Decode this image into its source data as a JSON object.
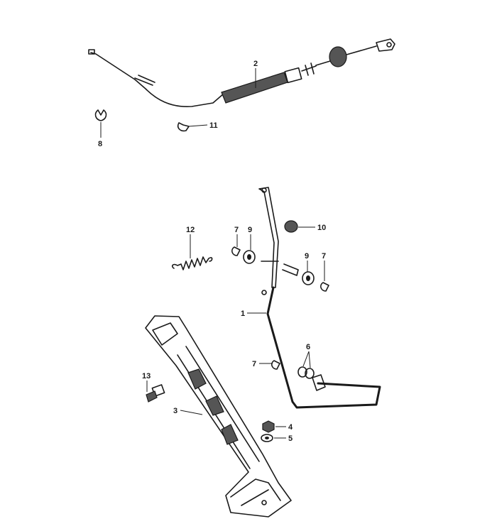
{
  "diagram": {
    "title": "Accelerator pedal and throttle cable assembly",
    "callouts": {
      "cable": "2",
      "clip_top_left": "8",
      "clip_top_mid": "11",
      "spring": "12",
      "clip_upper_left": "7",
      "washer_upper_left": "9",
      "grommet": "10",
      "washer_upper_right": "9",
      "clip_upper_right": "7",
      "lever": "1",
      "bushings": "6",
      "clip_lower": "7",
      "bolt": "13",
      "pedal": "3",
      "nut": "4",
      "washer_lower": "5"
    }
  }
}
